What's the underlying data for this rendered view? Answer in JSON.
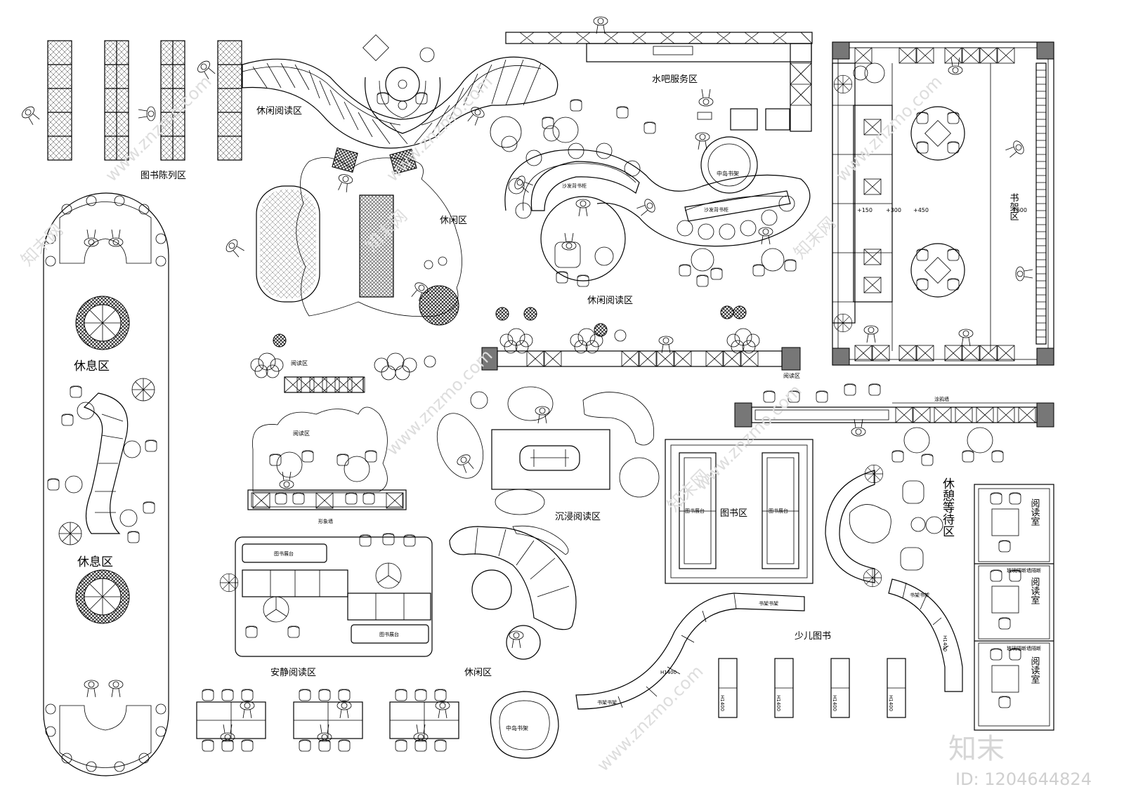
{
  "labels": {
    "book_display": "图书陈列区",
    "leisure_reading_top": "休闲阅读区",
    "bar_service": "水吧服务区",
    "leisure_area_center": "休闲区",
    "sofa_shelf_left": "沙发背书柜",
    "sofa_shelf_right": "沙发背书柜",
    "island_shelf_top": "中岛书架",
    "leisure_reading_center": "休闲阅读区",
    "bookshelf_area": "书架区",
    "reading_area_left": "阅读区",
    "reading_area_mid": "阅读区",
    "reading_area_right": "阅读区",
    "rest_area_top": "休息区",
    "rest_area_bottom": "休息区",
    "image_wall": "形象墙",
    "graffiti_wall": "涂鸦墙",
    "immersive_reading": "沉浸阅读区",
    "book_area": "图书区",
    "lounge_waiting": "休憩等待区",
    "reading_room_1": "阅读室",
    "reading_room_2": "阅读室",
    "reading_room_3": "阅读室",
    "quiet_reading": "安静阅读区",
    "leisure_area_bottom": "休闲区",
    "island_shelf_bottom": "中岛书架",
    "children_books": "少儿图书",
    "book_display_table": "图书展台",
    "glass_partition": "玻璃隔断墙隔断",
    "shelf_tag": "书架书架"
  },
  "dimensions": [
    "+150",
    "+300",
    "+450",
    "+600"
  ],
  "height_marks": [
    "H1400",
    "H1400",
    "H1400",
    "H1400",
    "H1400",
    "H1400"
  ],
  "watermark": {
    "site": "www.znzmo.com",
    "brand_cn": "知末网",
    "logo": "知末",
    "id": "ID: 1204644824"
  }
}
